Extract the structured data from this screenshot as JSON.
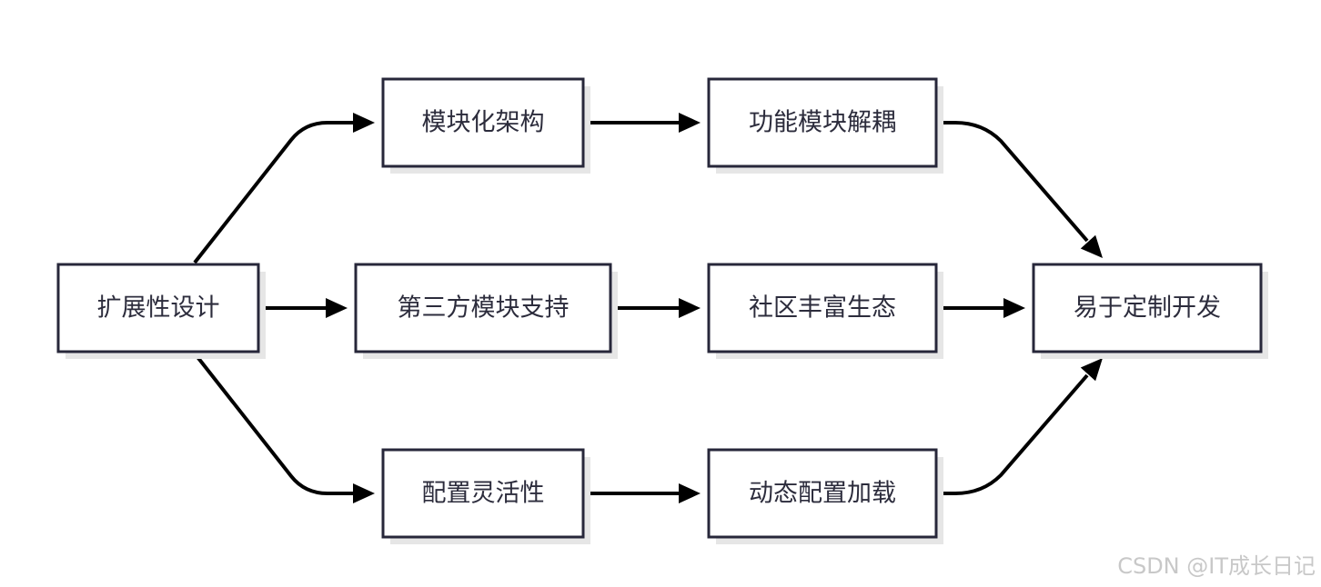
{
  "diagram": {
    "nodes": [
      {
        "id": "kuozhan",
        "label": "扩展性设计"
      },
      {
        "id": "mokuaihua",
        "label": "模块化架构"
      },
      {
        "id": "disanfang",
        "label": "第三方模块支持"
      },
      {
        "id": "peizhi",
        "label": "配置灵活性"
      },
      {
        "id": "gongneng",
        "label": "功能模块解耦"
      },
      {
        "id": "shequ",
        "label": "社区丰富生态"
      },
      {
        "id": "dongtai",
        "label": "动态配置加载"
      },
      {
        "id": "yiyu",
        "label": "易于定制开发"
      }
    ],
    "edges": [
      {
        "from": "kuozhan",
        "to": "mokuaihua"
      },
      {
        "from": "kuozhan",
        "to": "disanfang"
      },
      {
        "from": "kuozhan",
        "to": "peizhi"
      },
      {
        "from": "mokuaihua",
        "to": "gongneng"
      },
      {
        "from": "disanfang",
        "to": "shequ"
      },
      {
        "from": "peizhi",
        "to": "dongtai"
      },
      {
        "from": "gongneng",
        "to": "yiyu"
      },
      {
        "from": "shequ",
        "to": "yiyu"
      },
      {
        "from": "dongtai",
        "to": "yiyu"
      }
    ]
  },
  "watermark": "CSDN @IT成长日记"
}
